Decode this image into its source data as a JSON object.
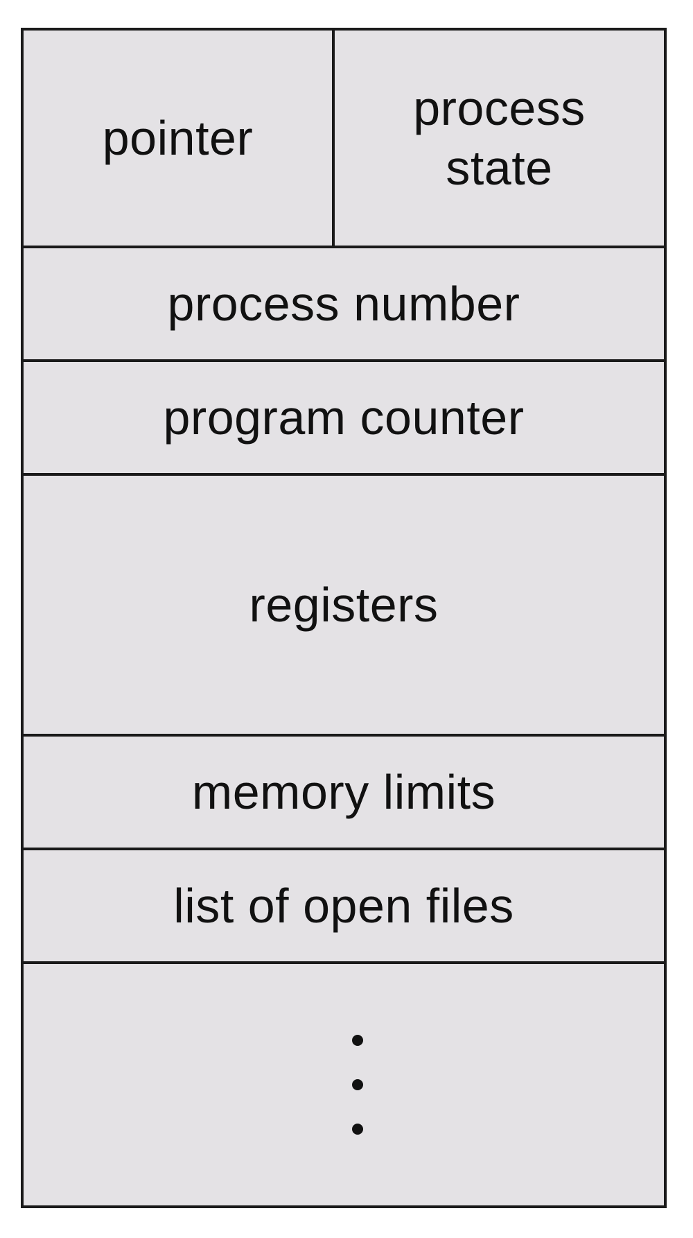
{
  "pcb": {
    "fields": {
      "pointer": "pointer",
      "process_state": "process state",
      "process_number": "process number",
      "program_counter": "program counter",
      "registers": "registers",
      "memory_limits": "memory limits",
      "list_of_open_files": "list of open files"
    },
    "continuation": "vertical-ellipsis"
  }
}
